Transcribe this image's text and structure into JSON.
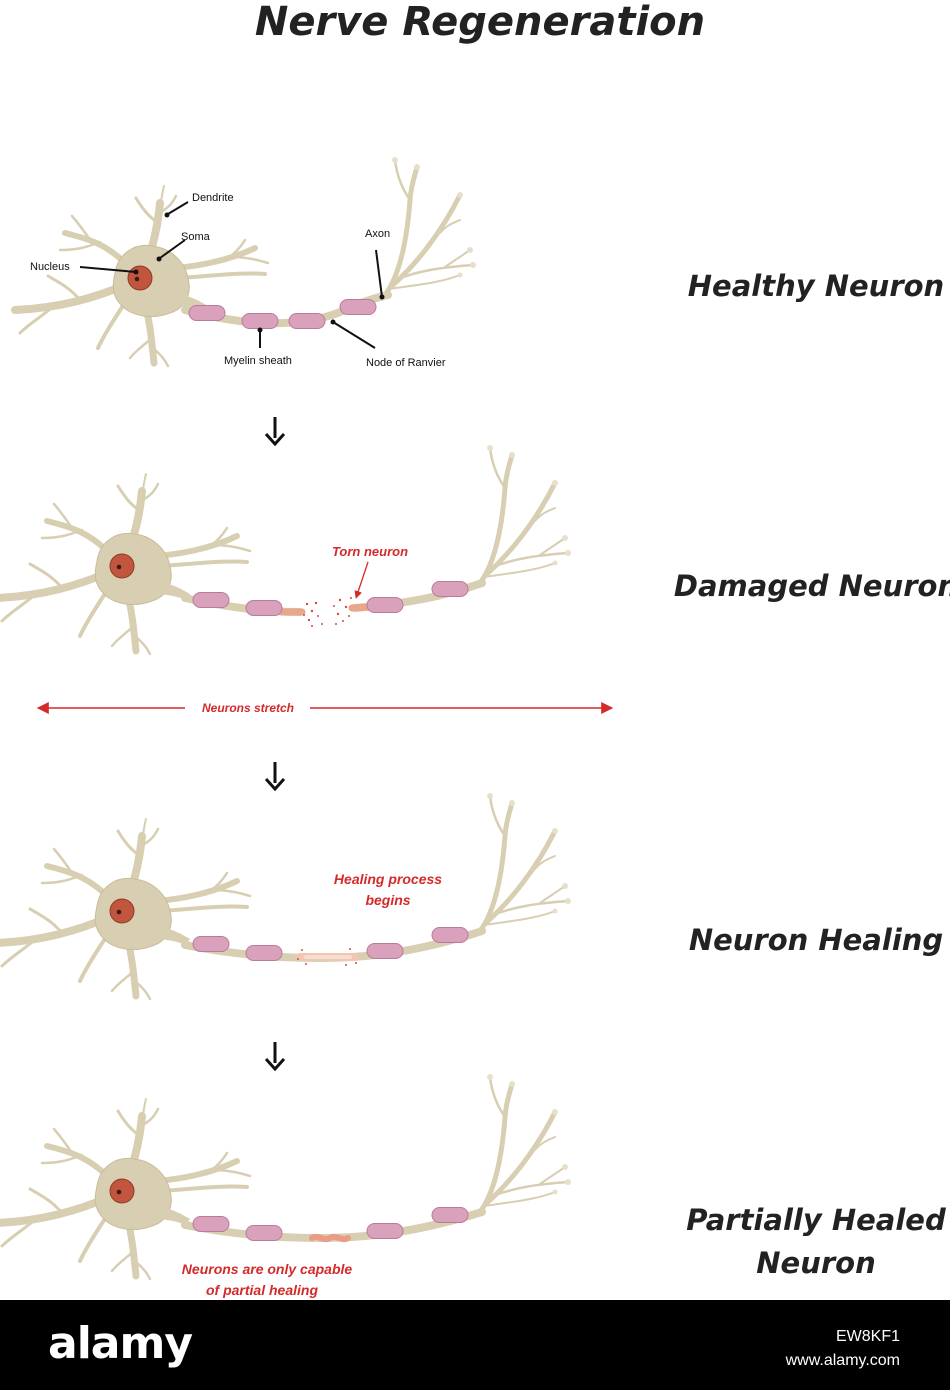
{
  "title": "Nerve Regeneration",
  "stages": [
    {
      "label_lines": [
        "Healthy Neuron"
      ]
    },
    {
      "label_lines": [
        "Damaged Neuron"
      ]
    },
    {
      "label_lines": [
        "Neuron Healing"
      ]
    },
    {
      "label_lines": [
        "Partially Healed",
        "Neuron"
      ]
    }
  ],
  "parts": {
    "dendrite": "Dendrite",
    "soma": "Soma",
    "nucleus": "Nucleus",
    "axon": "Axon",
    "myelin": "Myelin sheath",
    "node": "Node of Ranvier"
  },
  "annotations": {
    "torn": "Torn neuron",
    "stretch": "Neurons stretch",
    "healing_lines": [
      "Healing process",
      "begins"
    ],
    "partial_lines": [
      "Neurons are only capable",
      "of partial healing"
    ]
  },
  "colors": {
    "cell_body": "#d8ceb2",
    "cell_outline": "#c9bc98",
    "myelin": "#d9a1bc",
    "myelin_outline": "#b97b98",
    "nucleus": "#c2553d",
    "annotation_red": "#d42a2a",
    "text_dark": "#222222"
  },
  "footer": {
    "brand": "alamy",
    "image_id": "EW8KF1",
    "url": "www.alamy.com"
  }
}
